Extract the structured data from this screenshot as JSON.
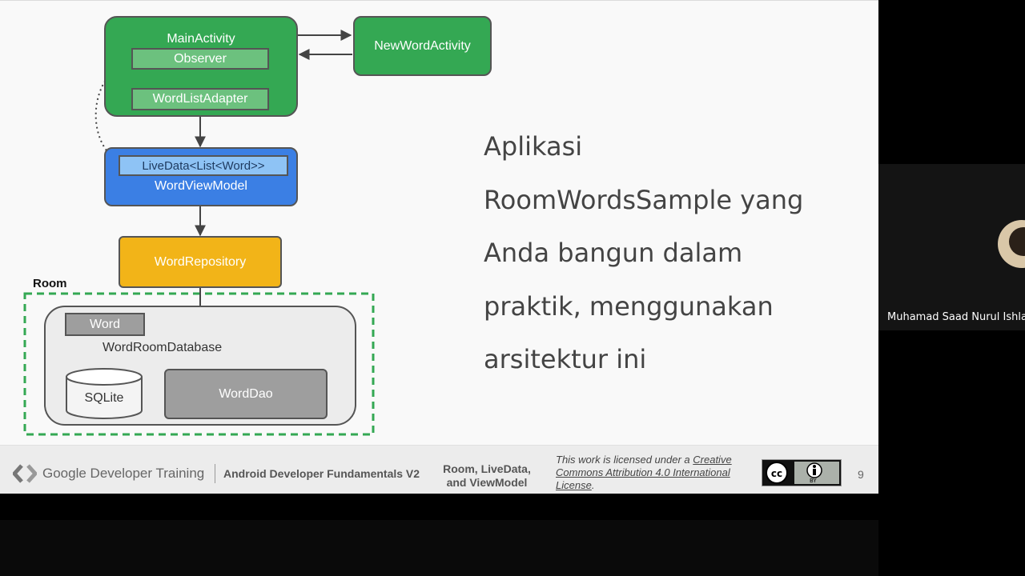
{
  "diagram": {
    "main_activity": "MainActivity",
    "observer": "Observer",
    "word_list_adapter": "WordListAdapter",
    "new_word_activity": "NewWordActivity",
    "livedata": "LiveData<List<Word>>",
    "word_view_model": "WordViewModel",
    "word_repository": "WordRepository",
    "room_label": "Room",
    "word": "Word",
    "word_room_database": "WordRoomDatabase",
    "sqlite": "SQLite",
    "word_dao": "WordDao"
  },
  "slide": {
    "lines": [
      "Aplikasi",
      "RoomWordsSample yang",
      "Anda bangun dalam",
      "praktik, menggunakan",
      "arsitektur ini"
    ]
  },
  "footer": {
    "brand": "Google Developer Training",
    "course": "Android Developer Fundamentals V2",
    "topic_line1": "Room, LiveData,",
    "topic_line2": "and ViewModel",
    "license_prefix": "This work is licensed under a",
    "license_link_1": "Creative",
    "license_link_2": "Commons Attribution 4.0 International",
    "license_link_3": "License",
    "license_suffix": ".",
    "cc_by": "BY",
    "page_number": "9"
  },
  "participant": {
    "name": "Muhamad Saad Nurul Ishlah"
  },
  "colors": {
    "green": "#34a853",
    "blue": "#3b7fe4",
    "gold": "#f2b418",
    "grey": "#9e9e9e",
    "room_dash": "#34a853"
  }
}
